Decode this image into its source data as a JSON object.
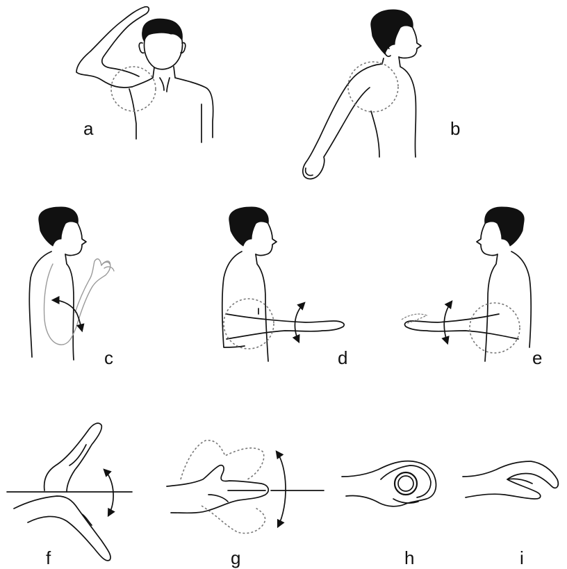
{
  "panels": [
    {
      "id": "a",
      "label": "a"
    },
    {
      "id": "b",
      "label": "b"
    },
    {
      "id": "c",
      "label": "c"
    },
    {
      "id": "d",
      "label": "d"
    },
    {
      "id": "e",
      "label": "e"
    },
    {
      "id": "f",
      "label": "f"
    },
    {
      "id": "g",
      "label": "g"
    },
    {
      "id": "h",
      "label": "h"
    },
    {
      "id": "i",
      "label": "i"
    }
  ]
}
